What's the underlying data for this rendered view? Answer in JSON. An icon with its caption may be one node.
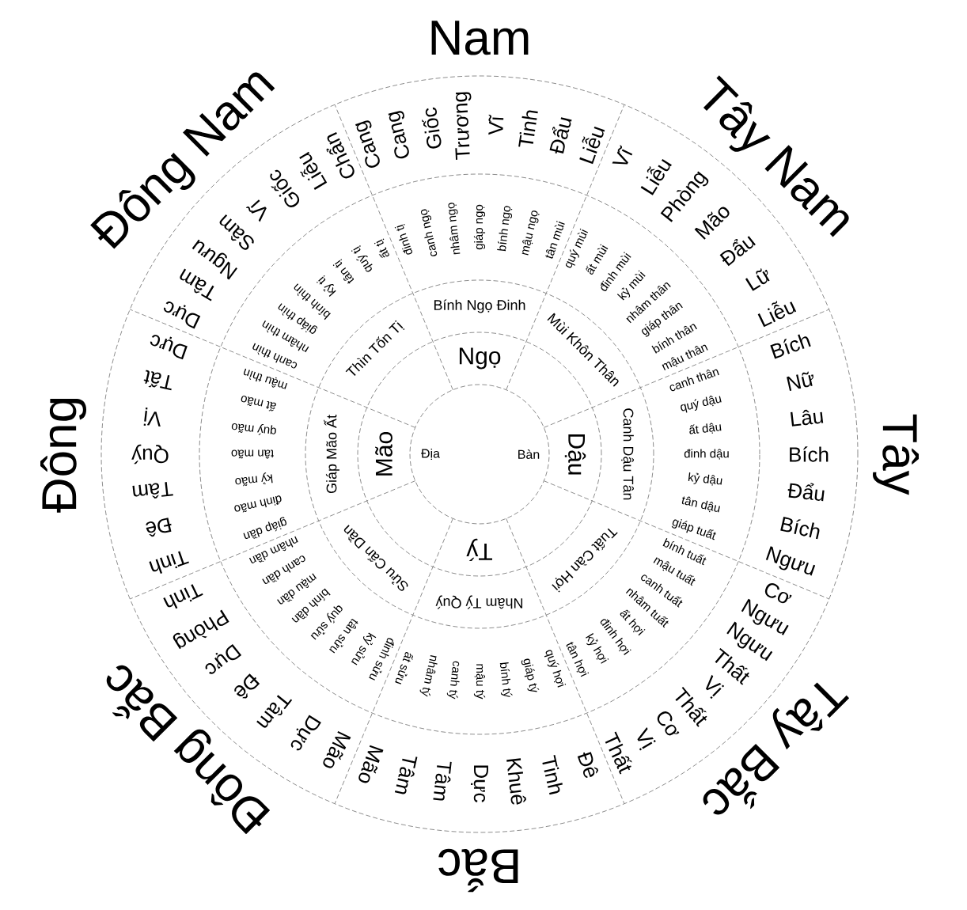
{
  "diagram": {
    "nodes": [
      {
        "text": [
          "Địa",
          "Bàn"
        ]
      },
      {
        "text": [
          "Ngọ"
        ]
      },
      {
        "text": [
          "Dậu"
        ]
      },
      {
        "text": [
          "Tý"
        ]
      },
      {
        "text": [
          "Mão"
        ]
      },
      {
        "text": [
          "Bính Ngọ Đinh"
        ]
      },
      {
        "text": [
          "Mùi Khôn Thân"
        ]
      },
      {
        "text": [
          "Canh Dậu Tân"
        ]
      },
      {
        "text": [
          "Tuất Càn Hợi"
        ]
      },
      {
        "text": [
          "Nhâm Tý Quý"
        ]
      },
      {
        "text": [
          "Sửu Cấn Dần"
        ]
      },
      {
        "text": [
          "Giáp Mão Ất"
        ]
      },
      {
        "text": [
          "Thìn Tốn Tị"
        ]
      },
      {
        "text": [
          "đinh tị",
          "canh ngọ",
          "nhâm ngọ",
          "giáp ngọ",
          "bính ngọ",
          "mậu ngọ",
          "tân mùi"
        ]
      },
      {
        "text": [
          "quý mùi",
          "ất mùi",
          "đinh mùi",
          "kỷ mùi",
          "nhâm thân",
          "giáp thân",
          "bính thân",
          "mậu thân"
        ]
      },
      {
        "text": [
          "canh thân",
          "quý dậu",
          "ất dậu",
          "đinh dậu",
          "kỷ dậu",
          "tân dậu",
          "giáp tuất"
        ]
      },
      {
        "text": [
          "bính tuất",
          "mậu tuất",
          "canh tuất",
          "nhâm tuất",
          "ất hợi",
          "đinh hợi",
          "kỷ hợi",
          "tân hợi"
        ]
      },
      {
        "text": [
          "quý hợi",
          "giáp tý",
          "bính tý",
          "mậu tý",
          "canh tý",
          "nhâm tý",
          "ất sửu"
        ]
      },
      {
        "text": [
          "đinh sửu",
          "kỷ sửu",
          "tân sửu",
          "quý sửu",
          "bính dần",
          "mậu dần",
          "canh dần",
          "nhâm dần"
        ]
      },
      {
        "text": [
          "giáp dần",
          "đinh mão",
          "kỷ mão",
          "tân mão",
          "quý mão",
          "ất mão",
          "mậu thìn"
        ]
      },
      {
        "text": [
          "canh thìn",
          "nhâm thìn",
          "giáp thìn",
          "bính thìn",
          "kỷ tị",
          "tân tị",
          "quý tị",
          "ất tị"
        ]
      },
      {
        "text": [
          "Cang",
          "Cang",
          "Giốc",
          "Trương",
          "Vĩ",
          "Tinh",
          "Đẩu",
          "Liễu"
        ]
      },
      {
        "text": [
          "Vĩ",
          "Liễu",
          "Phòng",
          "Mão",
          "Đẩu",
          "Lữ",
          "Liễu"
        ]
      },
      {
        "text": [
          "Bích",
          "Nữ",
          "Lâu",
          "Bích",
          "Đẩu",
          "Bích",
          "Ngưu"
        ]
      },
      {
        "text": [
          "Cơ",
          "Ngưu",
          "Ngưu",
          "Thất",
          "Vị",
          "Thất",
          "Cơ",
          "Vị",
          "Thất"
        ]
      },
      {
        "text": [
          "Đê",
          "Tinh",
          "Khuê",
          "Dực",
          "Tâm",
          "Tâm",
          "Mão"
        ]
      },
      {
        "text": [
          "Mão",
          "Dực",
          "Tâm",
          "Đê",
          "Dực",
          "Phòng",
          "Tinh"
        ]
      },
      {
        "text": [
          "Tinh",
          "Đê",
          "Tâm",
          "Quý",
          "Vị",
          "Tất",
          "Dực"
        ]
      },
      {
        "text": [
          "Dực",
          "Tâm",
          "Ngưu",
          "Sâm",
          "Vĩ",
          "Giốc",
          "Liễu",
          "Chẩn"
        ]
      }
    ],
    "labels": [
      "Nam",
      "Tây Nam",
      "Tây",
      "Tây Bắc",
      "Bắc",
      "Đông Bắc",
      "Đông",
      "Đông Nam"
    ]
  }
}
